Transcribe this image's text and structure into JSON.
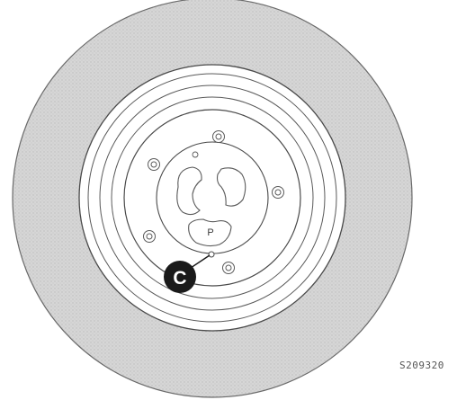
{
  "figure": {
    "callout_label": "C",
    "valve_letter": "P",
    "figure_code": "S209320"
  },
  "colors": {
    "tire": "#d4d4d4",
    "wheel": "#ffffff",
    "outline": "#4a4a4a",
    "callout_fill": "#1a1a1a",
    "callout_text": "#ffffff"
  }
}
